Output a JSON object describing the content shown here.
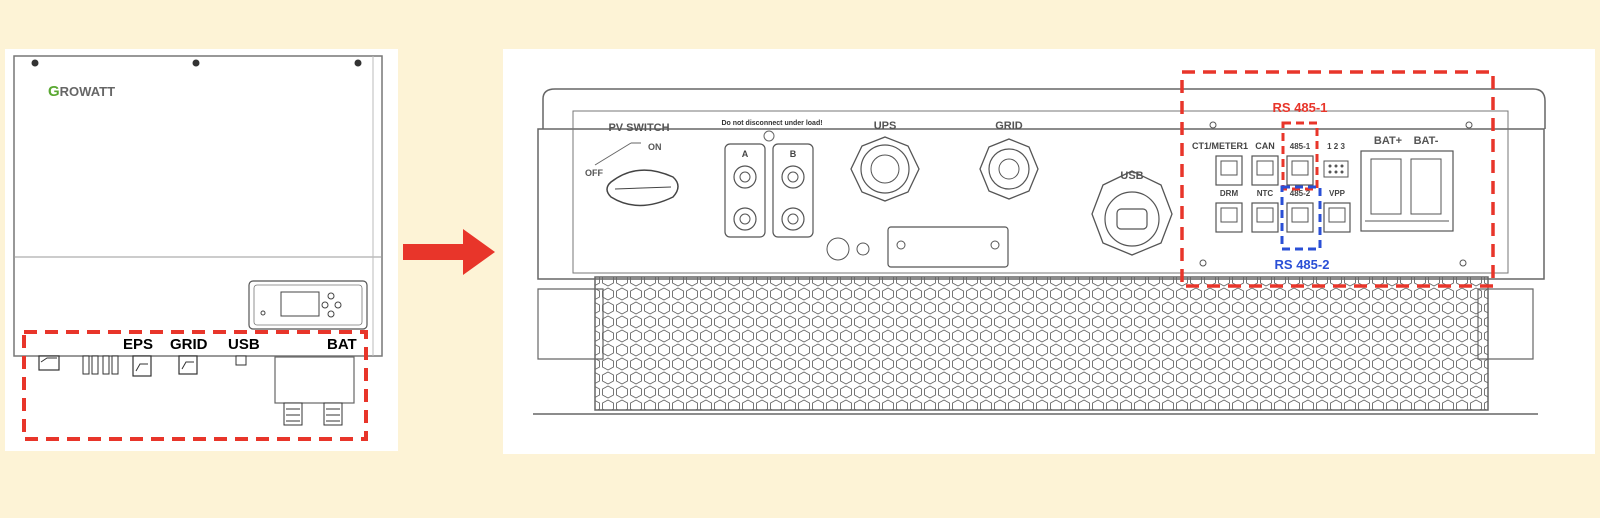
{
  "colors": {
    "background": "#fdf3d6",
    "highlight_red": "#e8352a",
    "highlight_blue": "#2a4fd6",
    "brand_green": "#5aa832",
    "line_gray": "#6b6b6b"
  },
  "inverter_front": {
    "brand_initial": "G",
    "brand_rest": "ROWATT",
    "port_labels": {
      "eps": "EPS",
      "grid": "GRID",
      "usb": "USB",
      "bat": "BAT"
    }
  },
  "arrow_icon": "right-arrow-icon",
  "bottom_panel": {
    "pv_switch": "PV SWITCH",
    "pv_on": "ON",
    "pv_off": "OFF",
    "pv_warning": "Do not disconnect under load!",
    "pv_a": "A",
    "pv_b": "B",
    "ups": "UPS",
    "grid": "GRID",
    "usb": "USB",
    "ct1_meter1": "CT1/METER1",
    "can": "CAN",
    "port_485_1": "485-1",
    "dip_123": "1 2 3",
    "drm": "DRM",
    "ntc": "NTC",
    "port_485_2": "485-2",
    "vpp": "VPP",
    "bat_plus": "BAT+",
    "bat_minus": "BAT-",
    "rs485_1_callout": "RS 485-1",
    "rs485_2_callout": "RS 485-2"
  }
}
